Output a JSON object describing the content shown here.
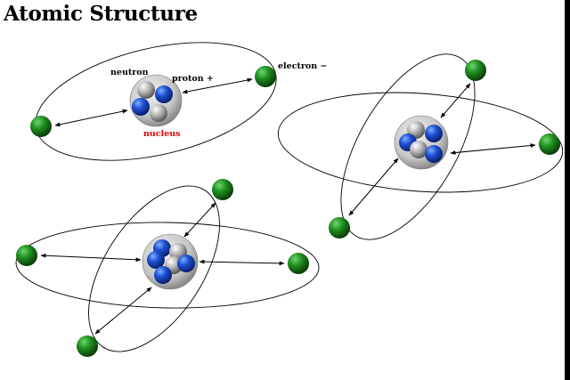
{
  "title": "Atomic Structure",
  "labels": {
    "neutron": "neutron",
    "proton": "proton +",
    "electron": "electron −",
    "nucleus": "nucleus"
  },
  "colors": {
    "background": "#ffffff",
    "electron": "#1a7a1a",
    "proton": "#1a4fc8",
    "neutron": "#a8a8a8",
    "nucleus_label": "#e00000",
    "orbit": "#000000"
  },
  "atoms": [
    {
      "name": "atom-top-left",
      "electrons": 2,
      "orbits": 1
    },
    {
      "name": "atom-right",
      "electrons": 3,
      "orbits": 2
    },
    {
      "name": "atom-bottom-left",
      "electrons": 4,
      "orbits": 2
    }
  ]
}
